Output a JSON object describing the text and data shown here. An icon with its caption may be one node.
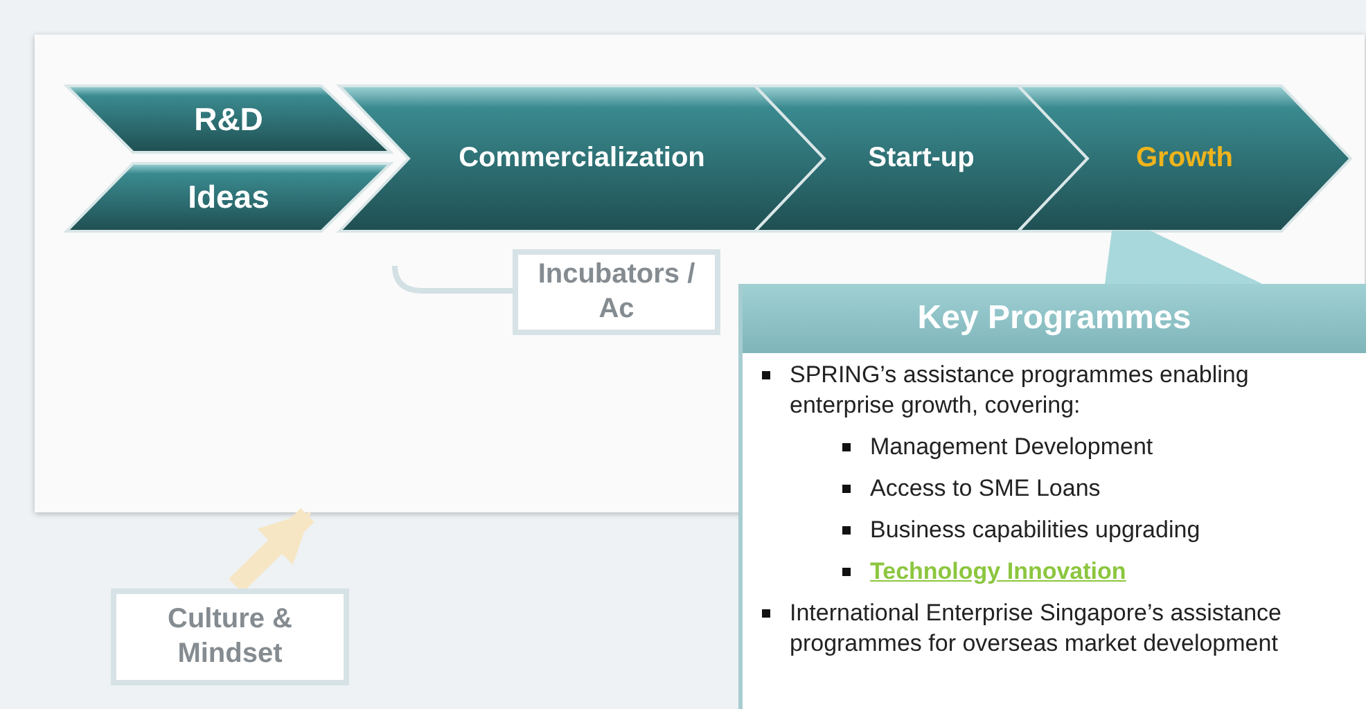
{
  "diagram": {
    "nodes": [
      {
        "text": [],
        "shape": "box"
      },
      {
        "text": [
          "R&D"
        ],
        "in": 0
      },
      {
        "text": [
          "Ideas"
        ],
        "in": 0
      },
      {
        "text": [
          "Commercialization"
        ],
        "in": 0
      },
      {
        "text": [
          "Start-up"
        ],
        "in": 0
      },
      {
        "text": [
          "Growth"
        ],
        "in": 0
      },
      {
        "text": [
          "Incubators / Ac"
        ],
        "in": 0
      },
      {
        "text": [
          "Key Programmes",
          "SPRING’s assistance programmes enabling enterprise growth, covering:",
          "Management Development",
          "Access to SME Loans",
          "Business capabilities upgrading",
          "Technology Innovation",
          "International Enterprise Singapore’s assistance programmes for overseas market development"
        ]
      },
      {
        "text": [
          "Culture & Mindset"
        ]
      }
    ],
    "edges": [
      {
        "from": 8,
        "to": 0,
        "arrow": "to",
        "color": "#f7e6c4"
      },
      {
        "from": 5,
        "to": 7,
        "arrow": "none",
        "color": "#a8d8dc"
      }
    ]
  }
}
